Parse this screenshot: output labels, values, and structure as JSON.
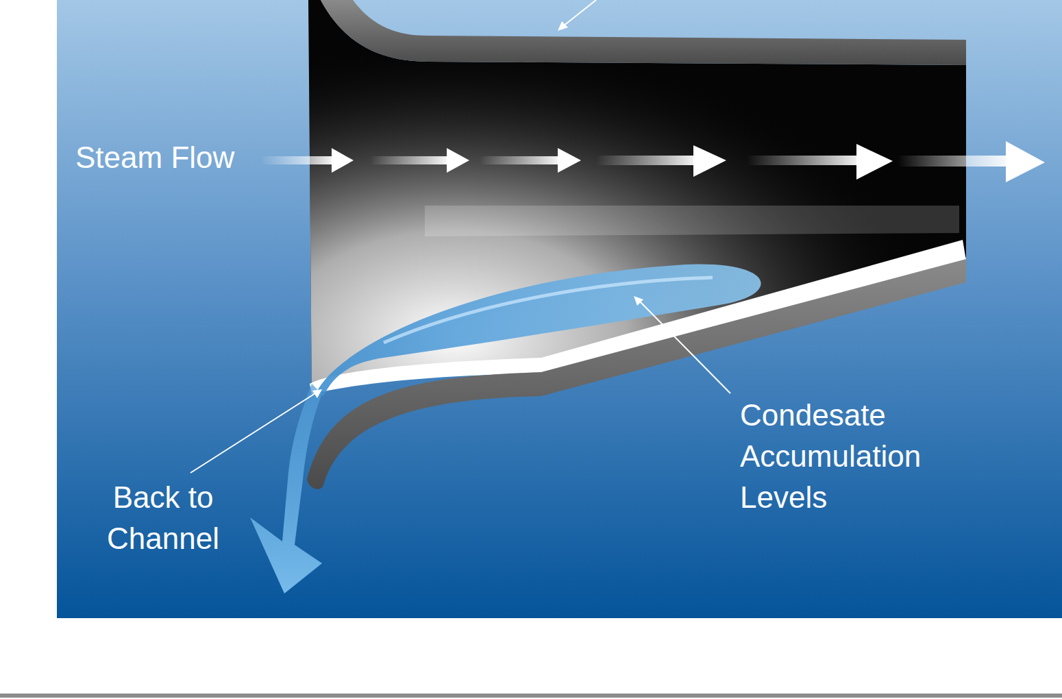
{
  "diagram": {
    "labels": [
      "Steam Flow",
      "Condesate Accumulation Levels",
      "Back to Channel"
    ]
  }
}
